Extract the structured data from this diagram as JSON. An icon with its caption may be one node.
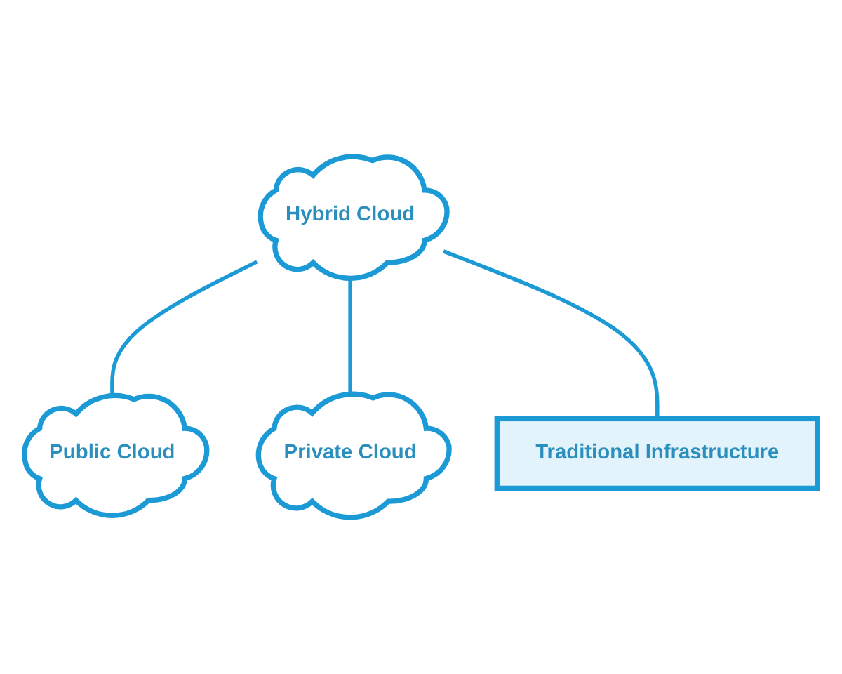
{
  "diagram": {
    "nodes": [
      {
        "text": [
          "Hybrid Cloud"
        ]
      },
      {
        "text": [
          "Public Cloud"
        ]
      },
      {
        "text": [
          "Private Cloud"
        ]
      },
      {
        "text": [
          "Traditional Infrastructure"
        ]
      }
    ],
    "edges": [
      {
        "from": 0,
        "to": 1,
        "arrow": "none"
      },
      {
        "from": 0,
        "to": 2,
        "arrow": "none"
      },
      {
        "from": 0,
        "to": 3,
        "arrow": "none"
      }
    ]
  }
}
